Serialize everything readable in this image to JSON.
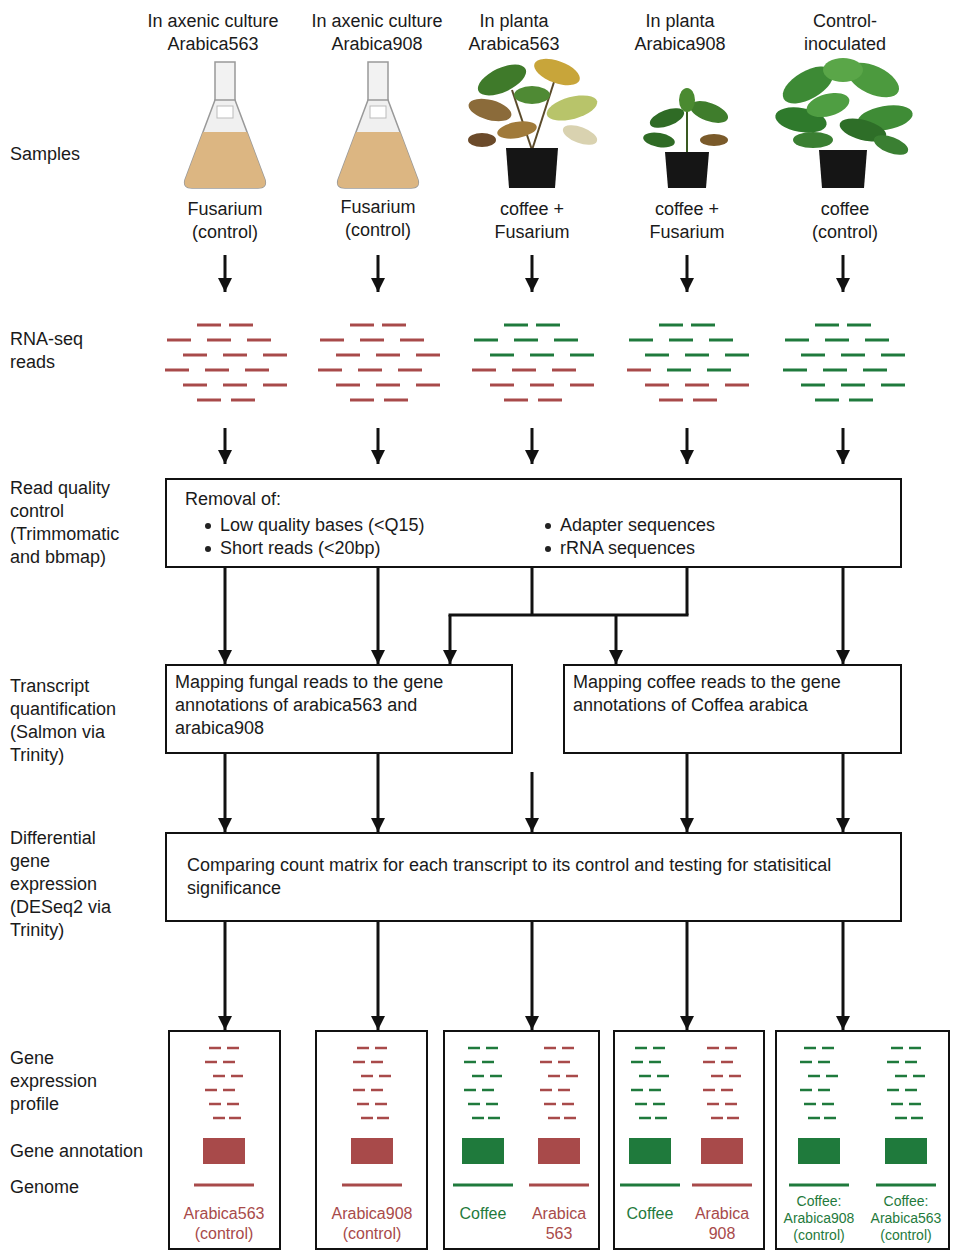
{
  "diagram": {
    "nodes": [
      {
        "text": [
          "Removal of:",
          "Low quality bases (<Q15)",
          "Adapter sequences",
          "Short reads (<20bp)",
          "rRNA sequences"
        ]
      },
      {
        "text": [
          "Mapping fungal reads to the gene annotations of arabica563 and arabica908"
        ]
      },
      {
        "text": [
          "Mapping coffee reads to the gene annotations of Coffea arabica"
        ]
      },
      {
        "text": [
          "Comparing count matrix for each transcript to its control and testing for statisitical significance"
        ]
      },
      {
        "text": [
          "Arabica563 (control)"
        ]
      },
      {
        "text": [
          "Arabica908 (control)"
        ]
      },
      {
        "text": [
          "Coffee",
          "Arabica 563"
        ]
      },
      {
        "text": [
          "Coffee",
          "Arabica 908"
        ]
      },
      {
        "text": [
          "Coffee: Arabica908 (control)",
          "Coffee: Arabica563 (control)"
        ]
      }
    ],
    "edges": [
      {
        "from": 0,
        "to": 1,
        "arrow": "to"
      },
      {
        "from": 0,
        "to": 2,
        "arrow": "to"
      },
      {
        "from": 1,
        "to": 3,
        "arrow": "to"
      },
      {
        "from": 2,
        "to": 3,
        "arrow": "to"
      },
      {
        "from": 3,
        "to": 4,
        "arrow": "to"
      },
      {
        "from": 3,
        "to": 5,
        "arrow": "to"
      },
      {
        "from": 3,
        "to": 6,
        "arrow": "to"
      },
      {
        "from": 3,
        "to": 7,
        "arrow": "to"
      },
      {
        "from": 3,
        "to": 8,
        "arrow": "to"
      }
    ],
    "labels": [
      "In axenic culture Arabica563",
      "In axenic culture Arabica908",
      "In planta Arabica563",
      "In planta Arabica908",
      "Control- inoculated",
      "Samples",
      "Fusarium (control)",
      "Fusarium (control)",
      "coffee + Fusarium",
      "coffee + Fusarium",
      "coffee (control)",
      "RNA-seq reads",
      "Read quality control (Trimmomatic and bbmap)",
      "Transcript quantification (Salmon via Trinity)",
      "Differential gene expression (DESeq2 via Trinity)",
      "Gene expression profile",
      "Gene annotation",
      "Genome"
    ]
  }
}
